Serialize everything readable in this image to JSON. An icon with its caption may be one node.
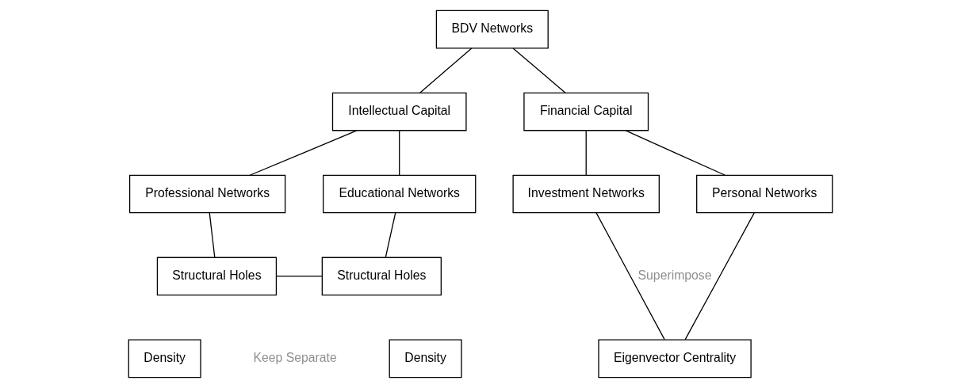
{
  "diagram": {
    "nodes": [
      {
        "text": [
          "BDV Networks"
        ]
      },
      {
        "text": [
          "Intellectual Capital"
        ]
      },
      {
        "text": [
          "Financial Capital"
        ]
      },
      {
        "text": [
          "Professional Networks"
        ]
      },
      {
        "text": [
          "Educational Networks"
        ]
      },
      {
        "text": [
          "Investment Networks"
        ]
      },
      {
        "text": [
          "Personal Networks"
        ]
      },
      {
        "text": [
          "Structural Holes"
        ]
      },
      {
        "text": [
          "Structural Holes"
        ]
      },
      {
        "text": [
          "Eigenvector Centrality"
        ]
      },
      {
        "text": [
          "Density"
        ]
      },
      {
        "text": [
          "Density"
        ]
      }
    ],
    "edges": [
      {
        "from": 0,
        "to": 1,
        "arrow": "none"
      },
      {
        "from": 0,
        "to": 2,
        "arrow": "none"
      },
      {
        "from": 1,
        "to": 3,
        "arrow": "none"
      },
      {
        "from": 1,
        "to": 4,
        "arrow": "none"
      },
      {
        "from": 2,
        "to": 5,
        "arrow": "none"
      },
      {
        "from": 2,
        "to": 6,
        "arrow": "none"
      },
      {
        "from": 3,
        "to": 7,
        "arrow": "none"
      },
      {
        "from": 4,
        "to": 8,
        "arrow": "none"
      },
      {
        "from": 7,
        "to": 8,
        "arrow": "none"
      },
      {
        "from": 5,
        "to": 9,
        "arrow": "none"
      },
      {
        "from": 6,
        "to": 9,
        "arrow": "none"
      }
    ],
    "labels": [
      "Keep Separate",
      "Superimpose"
    ]
  }
}
